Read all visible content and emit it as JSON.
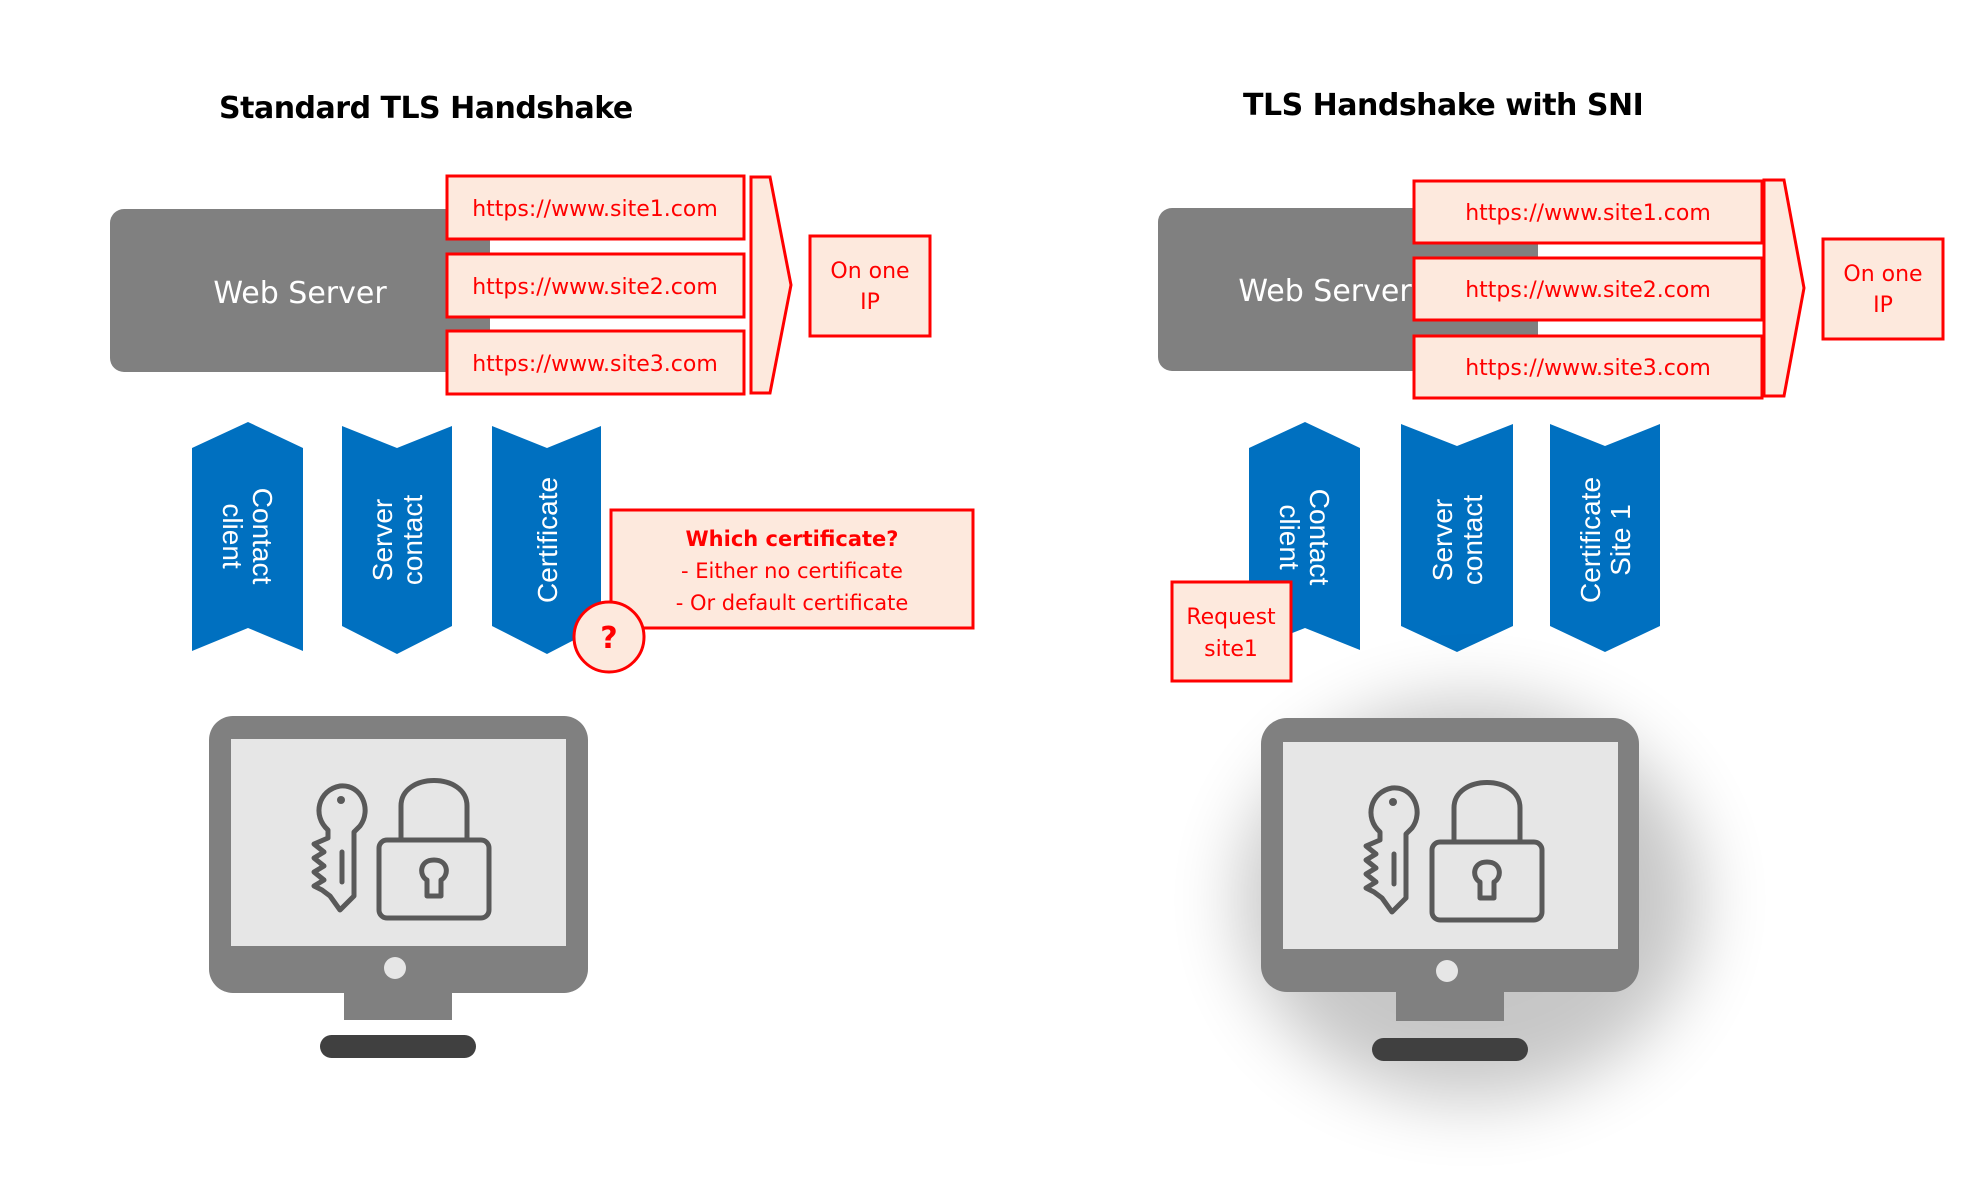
{
  "left_panel": {
    "title": "Standard TLS Handshake",
    "server_label": "Web Server",
    "sites": [
      "https://www.site1.com",
      "https://www.site2.com",
      "https://www.site3.com"
    ],
    "ip_note": [
      "On one",
      "IP"
    ],
    "steps": [
      {
        "lines": [
          "Contact",
          "client"
        ],
        "direction": "up"
      },
      {
        "lines": [
          "Server",
          "contact"
        ],
        "direction": "down"
      },
      {
        "lines": [
          "Certificate"
        ],
        "direction": "down"
      }
    ],
    "question_note": {
      "heading": "Which certificate?",
      "lines": [
        "- Either no certificate",
        "- Or default certificate"
      ]
    },
    "question_badge": "?",
    "client_icons": [
      "monitor-icon",
      "key-icon",
      "padlock-icon"
    ]
  },
  "right_panel": {
    "title": "TLS Handshake with SNI",
    "server_label": "Web Server",
    "sites": [
      "https://www.site1.com",
      "https://www.site2.com",
      "https://www.site3.com"
    ],
    "ip_note": [
      "On one",
      "IP"
    ],
    "steps": [
      {
        "lines": [
          "Contact",
          "client"
        ],
        "direction": "up"
      },
      {
        "lines": [
          "Server",
          "contact"
        ],
        "direction": "down"
      },
      {
        "lines": [
          "Certificate",
          "Site 1"
        ],
        "direction": "down"
      }
    ],
    "request_note": [
      "Request",
      "site1"
    ],
    "client_icons": [
      "monitor-icon",
      "key-icon",
      "padlock-icon"
    ]
  },
  "colors": {
    "accent_red": "#ff0000",
    "note_fill": "#fde9dd",
    "step_blue": "#0070c0",
    "server_grey": "#808080"
  }
}
